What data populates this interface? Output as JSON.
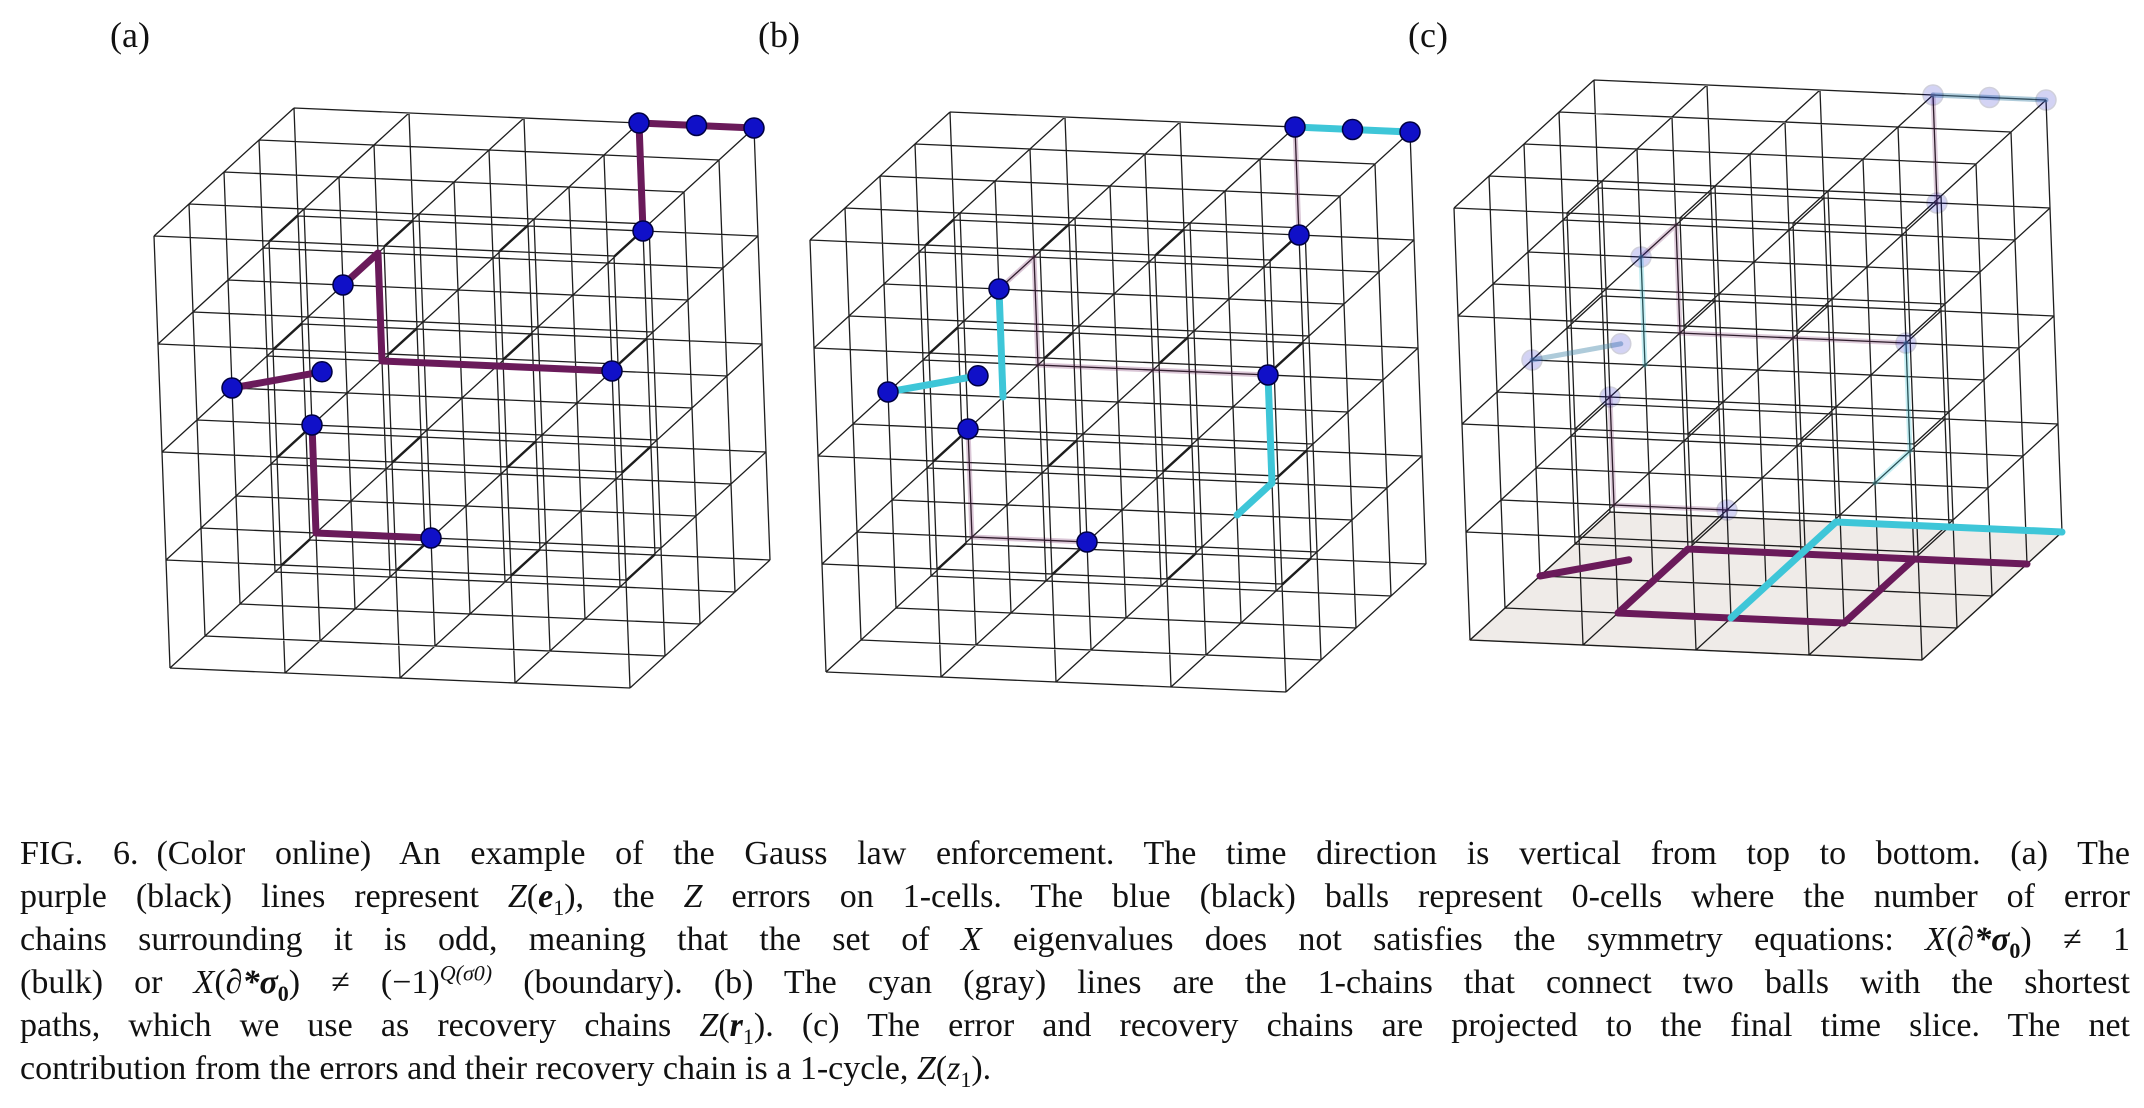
{
  "panels": [
    {
      "label": "(a)"
    },
    {
      "label": "(b)"
    },
    {
      "label": "(c)"
    }
  ],
  "colors": {
    "grid": "#111111",
    "error_chain": "#6a1a5a",
    "recovery_chain": "#3ec6d8",
    "ball": "#1010c8",
    "time_slice": "#efebe8"
  },
  "caption": {
    "fig_label": "FIG. 6.",
    "line1_a": "(Color online) An example of the Gauss law enforcement. The time direction is vertical from top to bottom. (a) The",
    "line2_a": "purple (black) lines represent ",
    "line2_m1": "Z",
    "line2_m1b": "(",
    "line2_m1c": "e",
    "line2_m1d": "1",
    "line2_m1e": "),",
    "line2_b": " the ",
    "line2_m2": "Z",
    "line2_c": " errors on 1-cells. The blue (black) balls represent 0-cells where the number of error",
    "line3_a": "chains surrounding it is odd, meaning that the set of ",
    "line3_m1": "X",
    "line3_b": " eigenvalues does not satisfies the symmetry equations: ",
    "line3_m2": "X",
    "line3_m2b": "(",
    "line3_m2c": "∂*σ",
    "line3_m2d": "0",
    "line3_m2e": ") ≠ 1",
    "line4_a": "(bulk) or ",
    "line4_m1": "X",
    "line4_m1b": "(",
    "line4_m1c": "∂*σ",
    "line4_m1d": "0",
    "line4_m1e": ") ≠ (−1)",
    "line4_sup": "Q(σ0)",
    "line4_b": " (boundary). (b) The cyan (gray) lines are the 1-chains that connect two balls with the shortest",
    "line5_a": "paths, which we use as recovery chains ",
    "line5_m1": "Z",
    "line5_m1b": "(",
    "line5_m1c": "r",
    "line5_m1d": "1",
    "line5_m1e": ").",
    "line5_b": " (c) The error and recovery chains are projected to the final time slice. The net",
    "line6_a": "contribution from the errors and their recovery chain is a 1-cycle, ",
    "line6_m1": "Z",
    "line6_m1b": "(",
    "line6_m1c": "z",
    "line6_m1d": "1",
    "line6_m1e": ")."
  }
}
